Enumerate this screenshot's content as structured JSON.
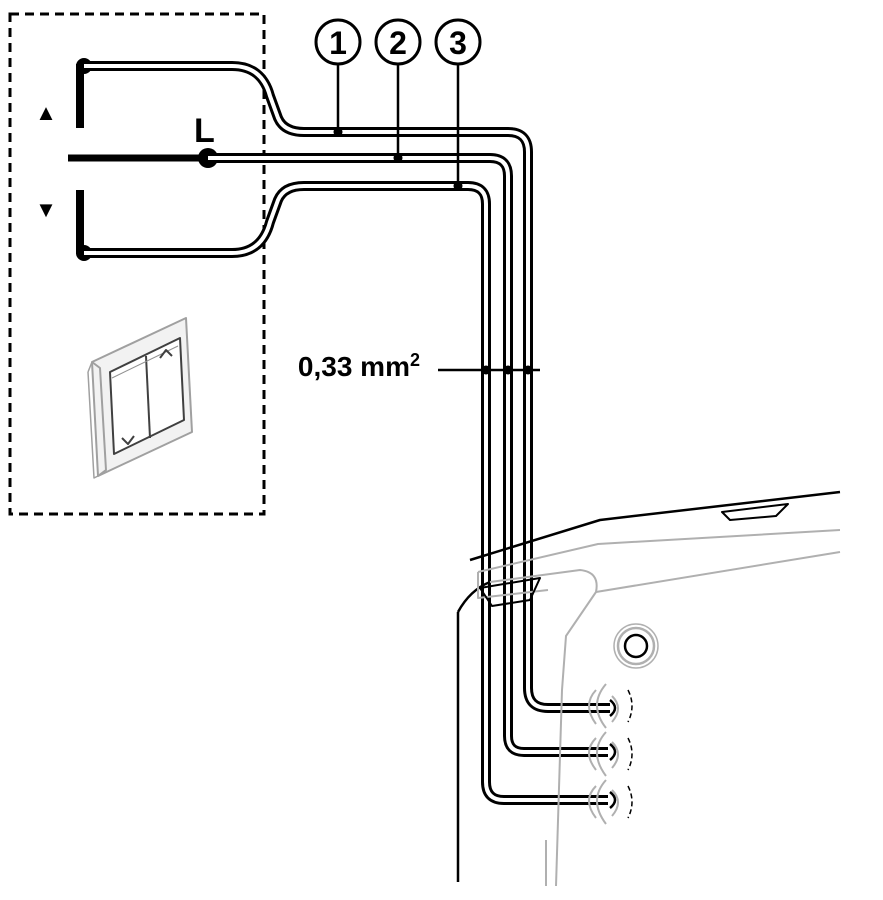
{
  "labels": {
    "wire_1": "1",
    "wire_2": "2",
    "wire_3": "3",
    "live": "L",
    "cross_section": "0,33 mm",
    "cross_section_sup": "2",
    "up_arrow": "▲",
    "down_arrow": "▼"
  },
  "icons": {
    "wall_switch": "double-rocker-switch-icon",
    "up_chevron": "chevron-up-icon",
    "down_chevron": "chevron-down-icon"
  },
  "colors": {
    "ink": "#000000",
    "housing_outline": "#b0b0b0",
    "background": "#ffffff"
  }
}
